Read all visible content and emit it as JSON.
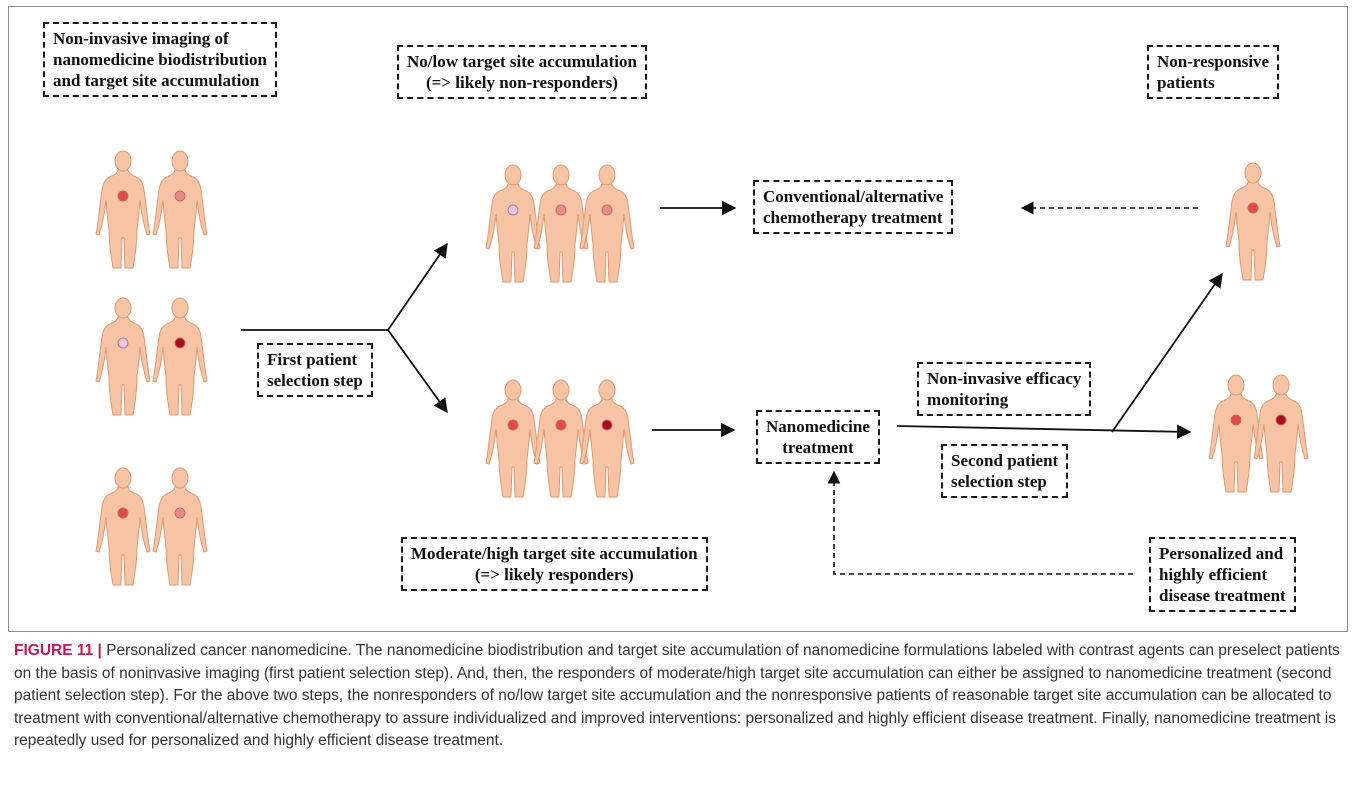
{
  "boxes": {
    "imaging": [
      "Non-invasive imaging of",
      "nanomedicine biodistribution",
      "and target site accumulation"
    ],
    "low_accumulation": [
      "No/low target site accumulation",
      "(=> likely non-responders)"
    ],
    "non_responsive": [
      "Non-responsive",
      "patients"
    ],
    "conventional": [
      "Conventional/alternative",
      "chemotherapy treatment"
    ],
    "first_selection": [
      "First patient",
      "selection step"
    ],
    "efficacy_monitoring": [
      "Non-invasive efficacy",
      "monitoring"
    ],
    "nanomedicine_treatment": [
      "Nanomedicine",
      "treatment"
    ],
    "second_selection": [
      "Second patient",
      "selection step"
    ],
    "high_accumulation": [
      "Moderate/high target site accumulation",
      "(=> likely responders)"
    ],
    "personalized": [
      "Personalized and",
      "highly efficient",
      "disease treatment"
    ]
  },
  "colors": {
    "skin": "#f6c4a4",
    "skin_outline": "#dc9a73",
    "spot_light": "#e8c4d6",
    "spot_medium": "#e88a8a",
    "spot_red": "#e04a4a",
    "spot_dark": "#a50d1a",
    "caption_label": "#c2185b",
    "arrow": "#111111"
  },
  "caption": {
    "label": "FIGURE 11 |",
    "text": "Personalized cancer nanomedicine. The nanomedicine biodistribution and target site accumulation of nanomedicine formulations labeled with contrast agents can preselect patients on the basis of noninvasive imaging (first patient selection step). And, then, the responders of moderate/high target site accumulation can either be assigned to nanomedicine treatment (second patient selection step). For the above two steps, the nonresponders of no/low target site accumulation and the nonresponsive patients of reasonable target site accumulation can be allocated to treatment with conventional/alternative chemotherapy to assure individualized and improved interventions: personalized and highly efficient disease treatment. Finally, nanomedicine treatment is repeatedly used for personalized and highly efficient disease treatment."
  }
}
